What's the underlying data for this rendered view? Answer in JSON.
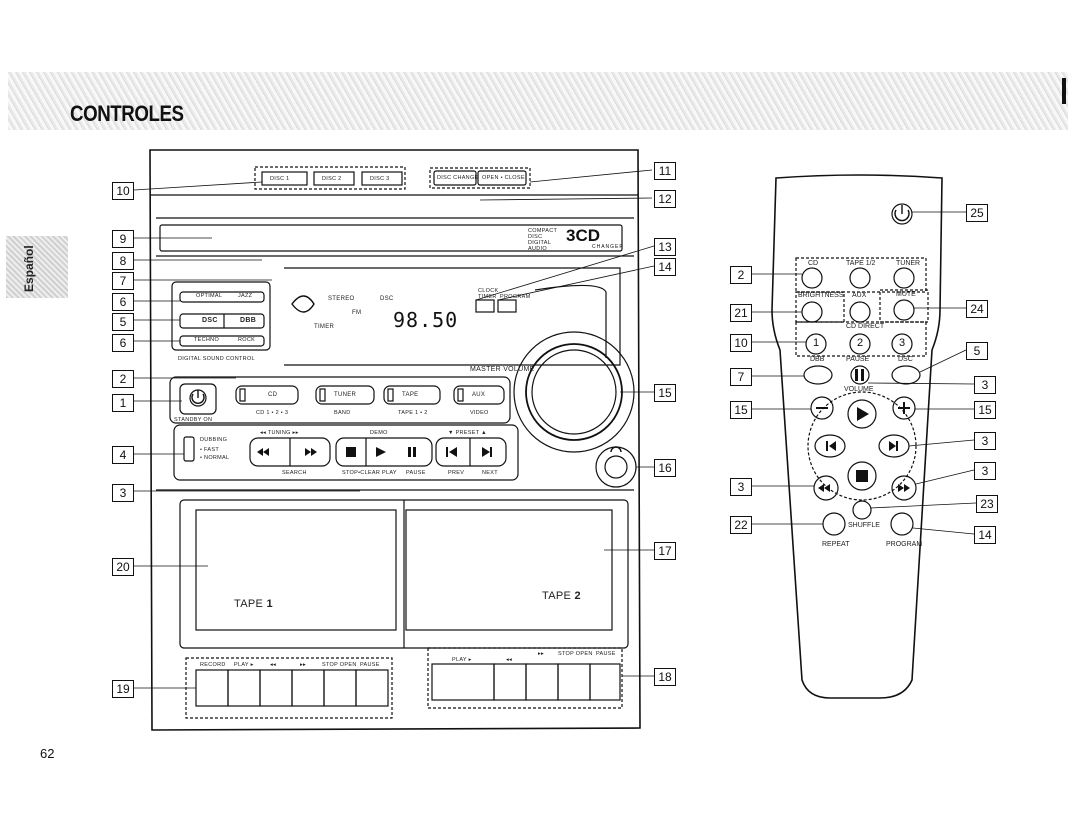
{
  "header": {
    "title": "CONTROLES"
  },
  "side_tab": {
    "label": "Español"
  },
  "page_number": "62",
  "disc_buttons": [
    "DISC 1",
    "DISC 2",
    "DISC 3"
  ],
  "top_buttons": {
    "disc_change": "DISC CHANGE",
    "open_close": "OPEN • CLOSE"
  },
  "display": {
    "stereo": "STEREO",
    "fm": "FM",
    "timer": "TIMER",
    "freq": "98.50",
    "dsc_small": "DSC",
    "clock_label": "CLOCK",
    "timer_label": "TIMER",
    "program_label": "PROGRAM"
  },
  "sound_control": {
    "optimal": "OPTIMAL",
    "jazz": "JAZZ",
    "dsc": "DSC",
    "dbb": "DBB",
    "techno": "TECHNO",
    "rock": "ROCK",
    "caption": "DIGITAL SOUND CONTROL"
  },
  "source_buttons": [
    {
      "label": "CD",
      "sub": "CD 1 • 2 • 3"
    },
    {
      "label": "TUNER",
      "sub": "BAND"
    },
    {
      "label": "TAPE",
      "sub": "TAPE 1 • 2"
    },
    {
      "label": "AUX",
      "sub": "VIDEO"
    }
  ],
  "standby": "STANDBY ON",
  "dubbing": [
    "DUBBING",
    "• FAST",
    "• NORMAL"
  ],
  "tuning": {
    "header": "◂◂  TUNING  ▸▸",
    "caption": "SEARCH"
  },
  "transport": {
    "header": "DEMO",
    "stop": "STOP•CLEAR",
    "play": "PLAY",
    "pause": "PAUSE"
  },
  "preset": {
    "header": "▼  PRESET  ▲",
    "prev": "PREV",
    "next": "NEXT"
  },
  "master_volume": "MASTER VOLUME",
  "logo": {
    "main": "3CD",
    "sub": "CHANGER"
  },
  "compact_disc": "COMPACT DISC DIGITAL AUDIO",
  "tape1": {
    "label": "TAPE",
    "number": "1",
    "keys": [
      "RECORD",
      "PLAY ▸",
      "◂◂",
      "▸▸",
      "STOP OPEN",
      "PAUSE"
    ]
  },
  "tape2": {
    "label": "TAPE",
    "number": "2",
    "keys": [
      "PLAY ▸",
      "◂◂",
      "▸▸",
      "STOP OPEN",
      "PAUSE"
    ]
  },
  "remote": {
    "row1": [
      "CD",
      "TAPE 1/2",
      "TUNER"
    ],
    "row2": [
      "BRIGHTNESS",
      "AUX",
      "MUTE"
    ],
    "cd_direct": "CD DIRECT",
    "digits": [
      "1",
      "2",
      "3"
    ],
    "row4": [
      "DBB",
      "PAUSE",
      "DSC"
    ],
    "volume": "VOLUME",
    "shuffle": "SHUFFLE",
    "repeat": "REPEAT",
    "program": "PROGRAM"
  },
  "callouts_left": [
    "10",
    "9",
    "8",
    "7",
    "6",
    "5",
    "6",
    "2",
    "1",
    "4",
    "3",
    "20",
    "19"
  ],
  "callouts_right": [
    "11",
    "12",
    "13",
    "14",
    "15",
    "16",
    "17",
    "18"
  ],
  "callouts_remote_left": [
    "2",
    "21",
    "10",
    "7",
    "15",
    "3",
    "22"
  ],
  "callouts_remote_right": [
    "25",
    "24",
    "5",
    "3",
    "15",
    "3",
    "3",
    "23",
    "14"
  ]
}
